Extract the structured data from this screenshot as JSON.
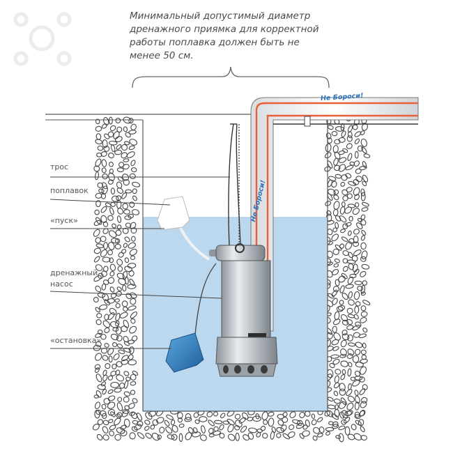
{
  "note": {
    "lines": [
      "Минимальный допустимый диаметр",
      "дренажного приямка для корректной",
      "работы поплавка должен быть не",
      "менее 50 см."
    ]
  },
  "labels": {
    "cable": "трос",
    "float": "поплавок",
    "start": "«пуск»",
    "pump_line1": "дренажный",
    "pump_line2": "насос",
    "stop": "«остановка»"
  },
  "warning": {
    "top": "Не Бороси!",
    "pipe": "Не Бороси!"
  },
  "colors": {
    "water": "#bcd8ef",
    "pipe_stripe": "#e8603a",
    "float_blue": "#2f7fc0",
    "warning_text": "#2d72b7"
  }
}
